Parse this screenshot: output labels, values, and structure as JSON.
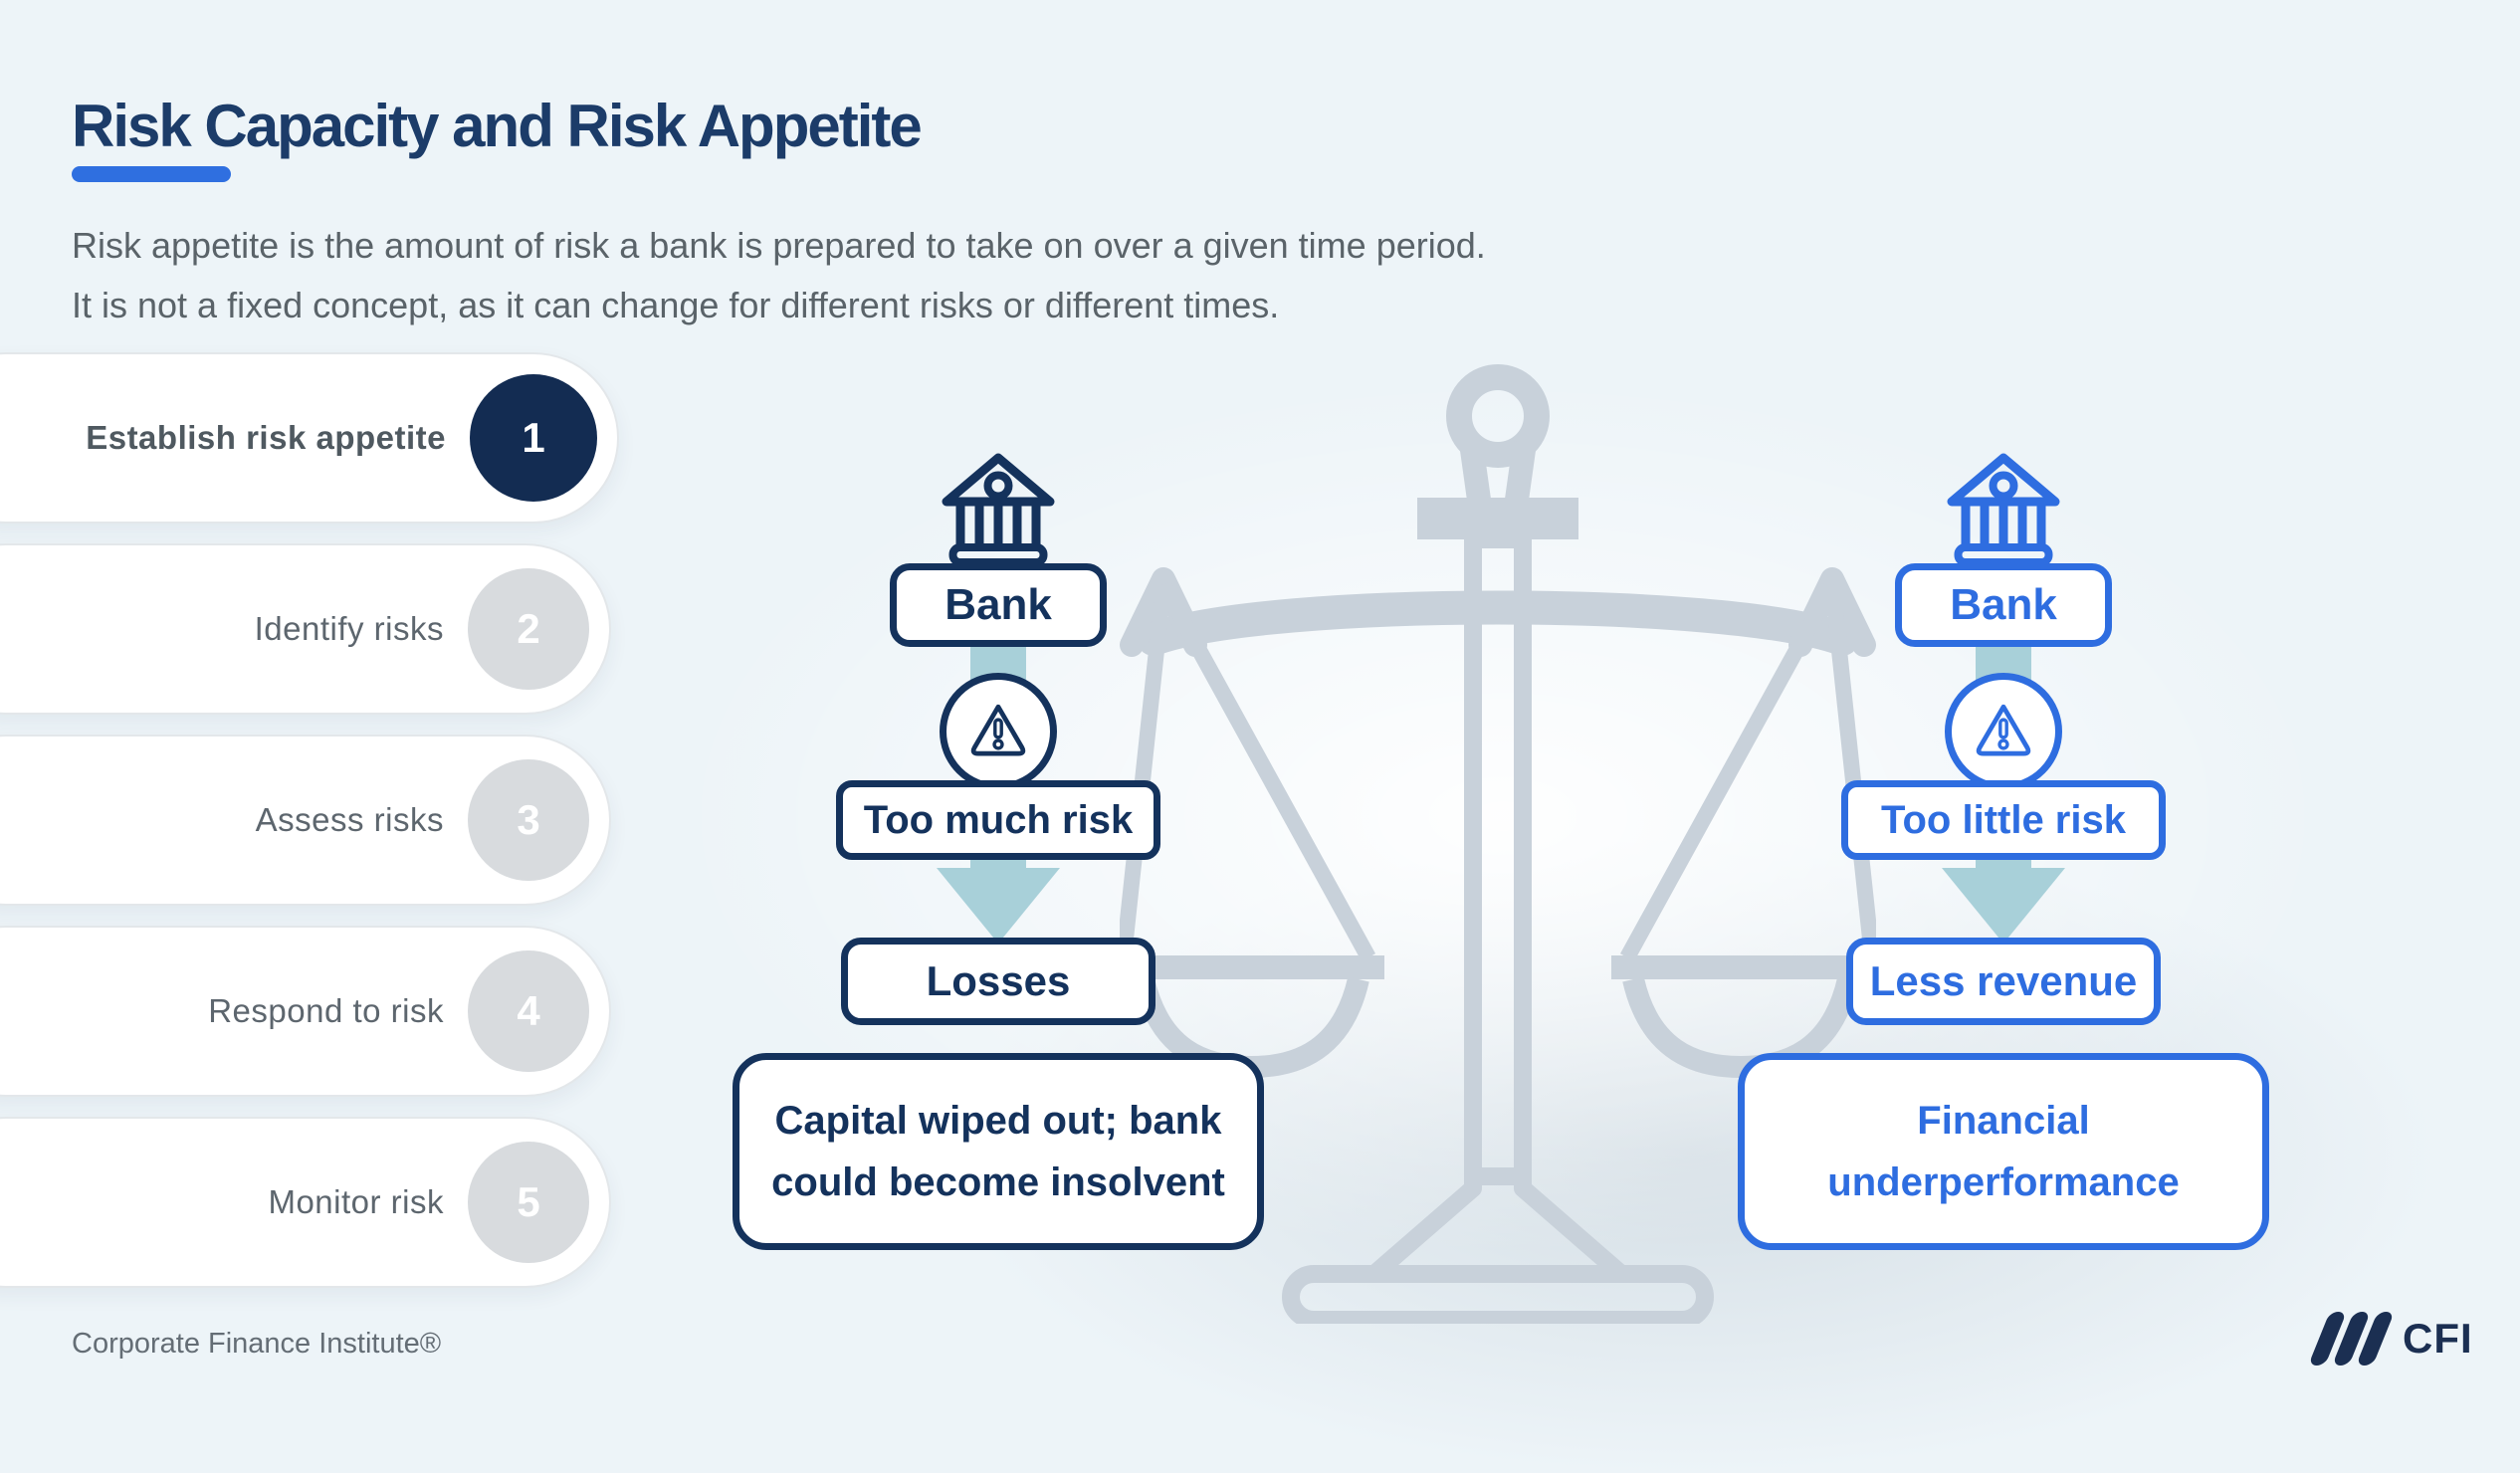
{
  "header": {
    "title": "Risk Capacity and Risk Appetite",
    "subtitle_line1": "Risk appetite is the amount of risk a bank is prepared to take on over a given time period.",
    "subtitle_line2": "It is not a fixed concept, as it can change for different risks or different times."
  },
  "steps": [
    {
      "label": "Establish risk appetite",
      "number": "1",
      "state": "active"
    },
    {
      "label": "Identify risks",
      "number": "2",
      "state": "inactive"
    },
    {
      "label": "Assess risks",
      "number": "3",
      "state": "inactive"
    },
    {
      "label": "Respond to risk",
      "number": "4",
      "state": "inactive"
    },
    {
      "label": "Monitor risk",
      "number": "5",
      "state": "inactive"
    }
  ],
  "diagram": {
    "left": {
      "bank_label": "Bank",
      "risk_label": "Too much risk",
      "outcome_label": "Losses",
      "result_line1": "Capital wiped out; bank",
      "result_line2": "could become insolvent"
    },
    "right": {
      "bank_label": "Bank",
      "risk_label": "Too little risk",
      "outcome_label": "Less revenue",
      "result_line1": "Financial",
      "result_line2": "underperformance"
    },
    "icons": {
      "left_bank": "bank-building-icon",
      "left_warning": "warning-triangle-icon",
      "right_bank": "bank-building-icon",
      "right_warning": "warning-triangle-icon",
      "center": "balance-scale-graphic",
      "arrows": "down-arrow"
    }
  },
  "footer": {
    "brand": "Corporate Finance Institute®",
    "logo_text": "CFI",
    "logo_icon": "cfi-triple-slash-icon"
  },
  "colors": {
    "background": "#edf4f8",
    "title_navy": "#1c3c69",
    "accent_underline": "#2f6fe0",
    "diagram_navy": "#14325c",
    "diagram_blue": "#2e6de0",
    "active_circle_navy": "#132c52",
    "inactive_circle_gray": "#d8dbde",
    "teal_arrow": "#a8d0d9",
    "scale_gray": "#c8d1da",
    "body_text_gray": "#5a6369"
  }
}
